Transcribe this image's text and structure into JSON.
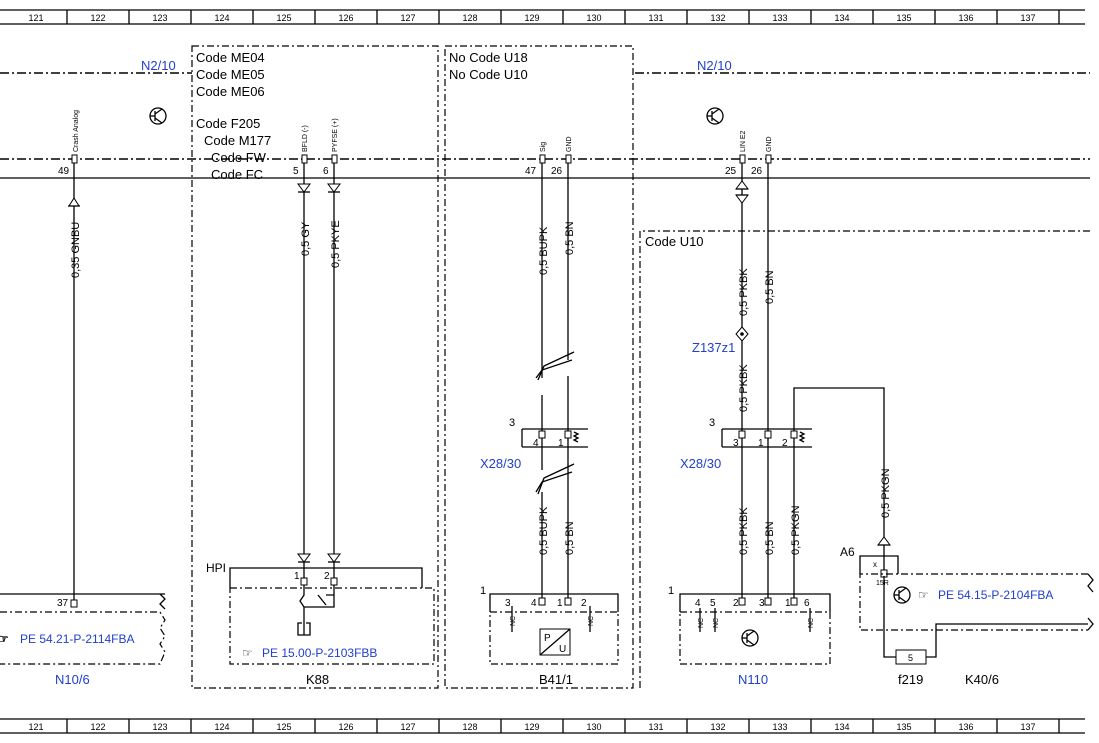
{
  "grid": [
    "121",
    "122",
    "123",
    "124",
    "125",
    "126",
    "127",
    "128",
    "129",
    "130",
    "131",
    "132",
    "133",
    "134",
    "135",
    "136",
    "137"
  ],
  "codes_left": [
    "Code ME04",
    "Code ME05",
    "Code ME06",
    "Code F205",
    "Code M177",
    "Code FW",
    "Code FC"
  ],
  "codes_mid": [
    "No Code U18",
    "No Code U10"
  ],
  "code_u10": "Code U10",
  "module_n210": "N2/10",
  "pins": {
    "crash": {
      "num": "49",
      "label": "Crash Analog"
    },
    "bfld": {
      "num": "5",
      "label": "BFLD (-)"
    },
    "pyfse": {
      "num": "6",
      "label": "PYFSE (+)"
    },
    "sig": {
      "num": "47",
      "label": "Sig"
    },
    "gnd1": {
      "num": "26",
      "label": "GND"
    },
    "line2": {
      "num": "25",
      "label": "LIN E2"
    },
    "gnd2": {
      "num": "26",
      "label": "GND"
    }
  },
  "wires": {
    "gnbu": "0,35 GNBU",
    "gy": "0,5 GY",
    "pkye": "0,5 PKYE",
    "bupk": "0,5 BUPK",
    "bn": "0,5 BN",
    "pkbk": "0,5 PKBK",
    "pkgn": "0,5 PKGN"
  },
  "connectors": {
    "x28": "X28/30",
    "z137": "Z137z1",
    "x28_num": "3"
  },
  "x28_pins_a": [
    "4",
    "1"
  ],
  "x28_pins_b": [
    "3",
    "1",
    "2"
  ],
  "components": {
    "n10": {
      "name": "N10/6",
      "pin": "37",
      "ref": "PE 54.21-P-2114FBA"
    },
    "k88": {
      "name": "K88",
      "hpi": "HPI",
      "pins": [
        "1",
        "2"
      ],
      "ref": "PE 15.00-P-2103FBB"
    },
    "b41": {
      "name": "B41/1",
      "num": "1",
      "pins": [
        "3",
        "4",
        "1",
        "2"
      ],
      "nc": [
        "NC",
        "NC"
      ],
      "p": "P",
      "u": "U"
    },
    "n110": {
      "name": "N110",
      "num": "1",
      "pins": [
        "4",
        "5",
        "2",
        "3",
        "1",
        "6"
      ],
      "nc": [
        "NC",
        "NC",
        "NC"
      ]
    },
    "a6": {
      "name": "A6",
      "pin": "x",
      "pinlbl": "15R",
      "ref": "PE 54.15-P-2104FBA"
    },
    "f219": {
      "name": "f219",
      "fuse": "5"
    },
    "k40": {
      "name": "K40/6"
    }
  }
}
